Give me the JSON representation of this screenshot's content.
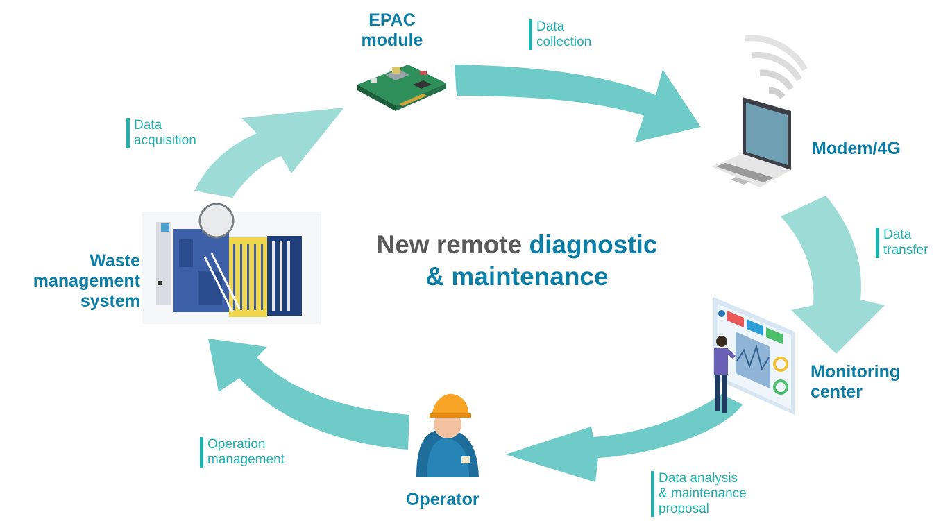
{
  "title": {
    "part1": "New remote ",
    "part2": "diagnostic",
    "part3": "& maintenance"
  },
  "nodes": {
    "epac": [
      "EPAC",
      "module"
    ],
    "modem": "Modem/4G",
    "monitoring": [
      "Monitoring",
      "center"
    ],
    "operator": "Operator",
    "waste": [
      "Waste",
      "management",
      "system"
    ]
  },
  "steps": {
    "collection": [
      "Data",
      "collection"
    ],
    "transfer": [
      "Data",
      "transfer"
    ],
    "analysis": [
      "Data analysis",
      "& maintenance",
      "proposal"
    ],
    "operation": [
      "Operation",
      "management"
    ],
    "acquisition": [
      "Data",
      "acquisition"
    ]
  },
  "colors": {
    "accent": "#0c7ea6",
    "teal_text": "#20b3ae",
    "arrow_dark": "#6fcbc7",
    "arrow_light": "#9ddbd6",
    "title_gray": "#5a5a5a"
  },
  "icons": [
    "circuit-board-icon",
    "laptop-wifi-icon",
    "dashboard-screen-icon",
    "worker-helmet-icon",
    "industrial-machine-icon"
  ]
}
